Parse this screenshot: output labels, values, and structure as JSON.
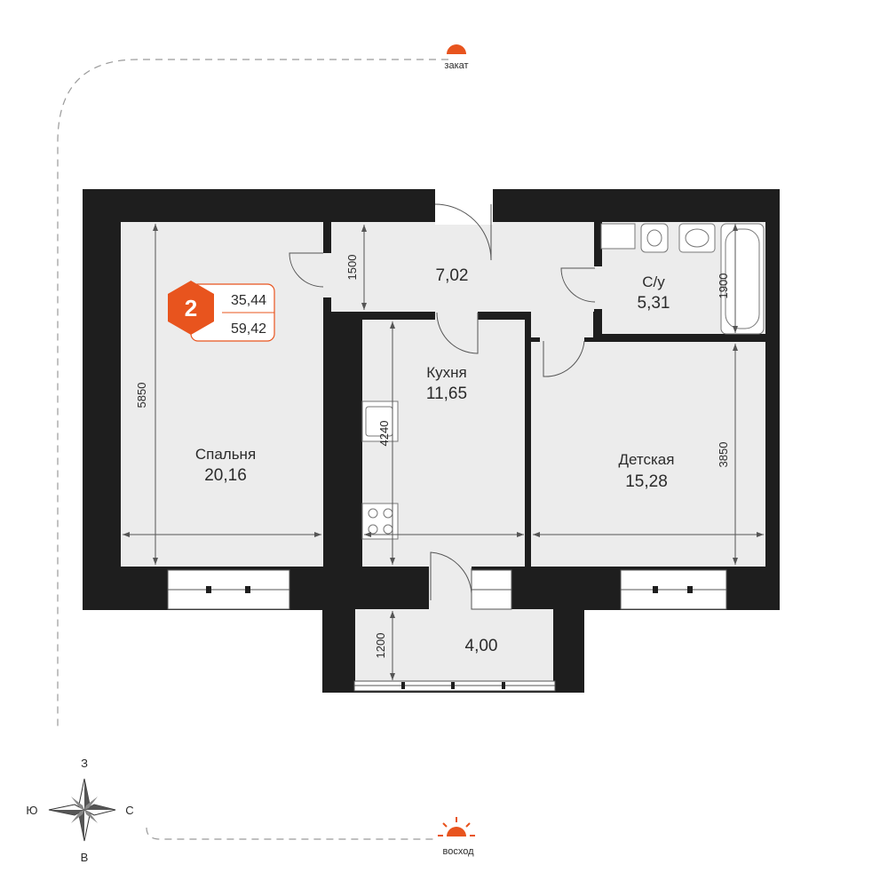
{
  "apartment": {
    "rooms_count": "2",
    "living_area": "35,44",
    "total_area": "59,42",
    "accent_color": "#e8541e"
  },
  "rooms": {
    "bedroom": {
      "name": "Спальня",
      "area": "20,16"
    },
    "hall": {
      "area": "7,02"
    },
    "bathroom": {
      "name": "С/у",
      "area": "5,31"
    },
    "kitchen": {
      "name": "Кухня",
      "area": "11,65"
    },
    "kids": {
      "name": "Детская",
      "area": "15,28"
    },
    "balcony": {
      "area": "4,00"
    }
  },
  "dimensions": {
    "bedroom_height": "5850",
    "hall_height": "1500",
    "bath_height": "1900",
    "kitchen_height": "4240",
    "kids_height": "3850",
    "balcony_height": "1200"
  },
  "orientation": {
    "sunset": "закат",
    "sunrise": "восход",
    "compass": {
      "north": "З",
      "south": "В",
      "west": "Ю",
      "east": "С"
    }
  },
  "colors": {
    "wall": "#1e1e1e",
    "floor": "#ececec",
    "accent": "#e8541e"
  }
}
